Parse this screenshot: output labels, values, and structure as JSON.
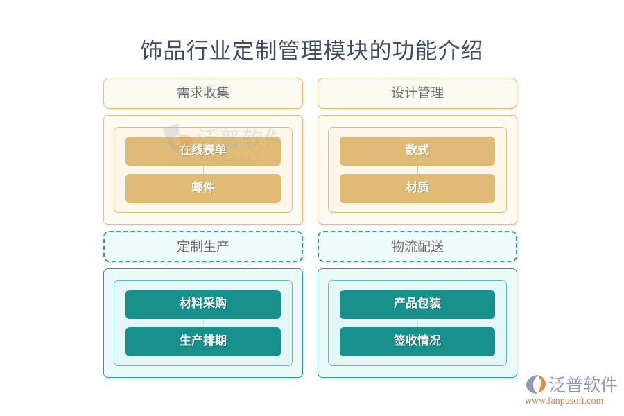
{
  "title": "饰品行业定制管理模块的功能介绍",
  "colors": {
    "title": "#3e4d64",
    "warm_accent": "#e6bc79",
    "warm_fill": "#e0bb76",
    "warm_panel": "#fdfaf2",
    "cool_accent": "#2e9c9c",
    "cool_fill": "#18918d",
    "cool_panel": "#eafaf9",
    "brand_text": "#8f9bb3",
    "brand_url": "#c6844e"
  },
  "columns": [
    {
      "groups": [
        {
          "header": "需求收集",
          "theme": "warm",
          "items": [
            "在线表单",
            "邮件"
          ]
        },
        {
          "header": "定制生产",
          "theme": "cool",
          "items": [
            "材料采购",
            "生产排期"
          ]
        }
      ]
    },
    {
      "groups": [
        {
          "header": "设计管理",
          "theme": "warm",
          "items": [
            "款式",
            "材质"
          ]
        },
        {
          "header": "物流配送",
          "theme": "cool",
          "items": [
            "产品包装",
            "签收情况"
          ]
        }
      ]
    }
  ],
  "watermark": {
    "name": "泛普软件",
    "sub": "SOFTWARE"
  },
  "brand": {
    "name": "泛普软件",
    "url": "www.fanpusoft.com"
  }
}
